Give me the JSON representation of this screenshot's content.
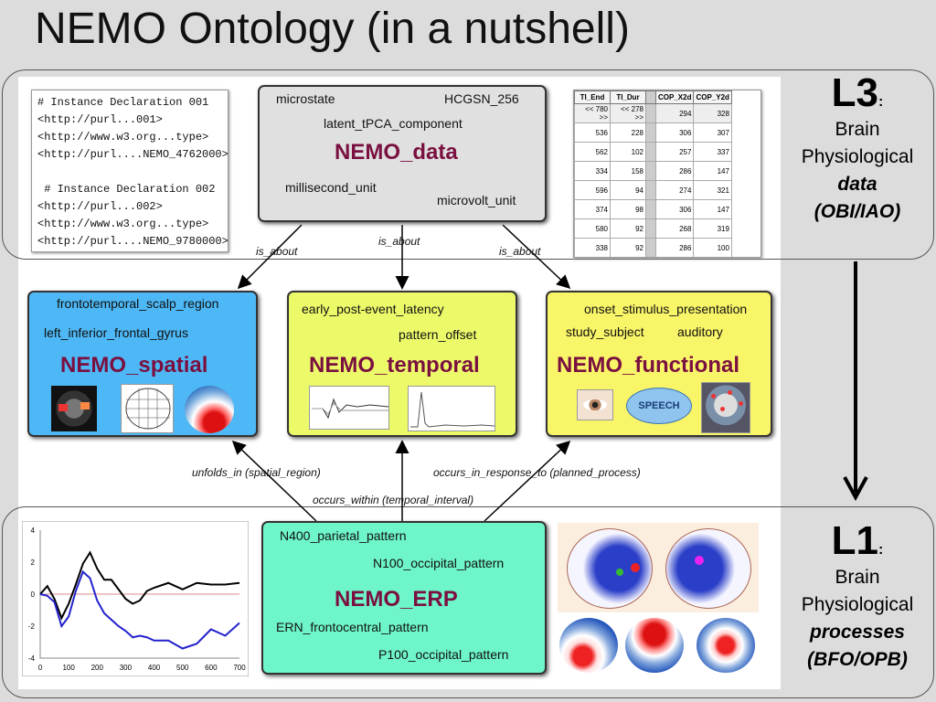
{
  "title": "NEMO Ontology (in a nutshell)",
  "levels": {
    "l3": {
      "code": "L3",
      "colon": ":",
      "line1": "Brain",
      "line2": "Physiological",
      "line3": "data",
      "line4": "(OBI/IAO)"
    },
    "l1": {
      "code": "L1",
      "colon": ":",
      "line1": "Brain",
      "line2": "Physiological",
      "line3": "processes",
      "line4": "(BFO/OPB)"
    }
  },
  "rdf_code": "# Instance Declaration 001\n<http://purl...001>\n<http://www.w3.org...type>\n<http://purl....NEMO_4762000>.\n\n # Instance Declaration 002\n<http://purl...002>\n<http://www.w3.org...type>\n<http://purl....NEMO_9780000>.",
  "nemo_data": {
    "label": "NEMO_data",
    "terms": [
      "microstate",
      "HCGSN_256",
      "latent_tPCA_component",
      "millisecond_unit",
      "microvolt_unit"
    ]
  },
  "table": {
    "headers": [
      "TI_End",
      "TI_Dur",
      "",
      "COP_X2d",
      "COP_Y2d"
    ],
    "nav": [
      "<< 780 >>",
      "<< 278 >>",
      "",
      "294",
      "328"
    ],
    "rows": [
      [
        "536",
        "228",
        "",
        "306",
        "307"
      ],
      [
        "562",
        "102",
        "",
        "257",
        "337"
      ],
      [
        "334",
        "158",
        "",
        "286",
        "147"
      ],
      [
        "596",
        "94",
        "",
        "274",
        "321"
      ],
      [
        "374",
        "98",
        "",
        "306",
        "147"
      ],
      [
        "580",
        "92",
        "",
        "268",
        "319"
      ],
      [
        "338",
        "92",
        "",
        "286",
        "100"
      ]
    ]
  },
  "relations": {
    "is_about_left": "is_about",
    "is_about_mid": "is_about",
    "is_about_right": "is_about",
    "unfolds_in": "unfolds_in (spatial_region)",
    "occurs_within": "occurs_within (temporal_interval)",
    "occurs_in_response": "occurs_in_response_to (planned_process)"
  },
  "spatial": {
    "label": "NEMO_spatial",
    "terms": [
      "frontotemporal_scalp_region",
      "left_inferior_frontal_gyrus"
    ],
    "color": "#4db8f5"
  },
  "temporal": {
    "label": "NEMO_temporal",
    "terms": [
      "early_post-event_latency",
      "pattern_offset"
    ],
    "color": "#ecfa6a"
  },
  "functional": {
    "label": "NEMO_functional",
    "terms": [
      "onset_stimulus_presentation",
      "study_subject",
      "auditory"
    ],
    "speech": "SPEECH",
    "color": "#f9f569"
  },
  "erp": {
    "label": "NEMO_ERP",
    "terms": [
      "N400_parietal_pattern",
      "N100_occipital_pattern",
      "ERN_frontocentral_pattern",
      "P100_occipital_pattern"
    ],
    "color": "#6ef5c9"
  },
  "chart_data": {
    "type": "line",
    "x": [
      0,
      25,
      50,
      75,
      100,
      125,
      150,
      175,
      200,
      225,
      250,
      275,
      300,
      325,
      350,
      375,
      400,
      450,
      500,
      550,
      600,
      650,
      700
    ],
    "series": [
      {
        "values": [
          0,
          0.5,
          -0.3,
          -1.5,
          -0.6,
          0.6,
          1.9,
          2.6,
          1.6,
          0.9,
          0.9,
          0.3,
          -0.3,
          -0.6,
          -0.4,
          0.2,
          0.4,
          0.7,
          0.3,
          0.7,
          0.6,
          0.6,
          0.7
        ],
        "color": "#000000"
      },
      {
        "values": [
          0,
          -0.1,
          -0.5,
          -2.0,
          -1.4,
          0.2,
          1.4,
          1.0,
          -0.4,
          -1.2,
          -1.6,
          -2.0,
          -2.3,
          -2.7,
          -2.6,
          -2.7,
          -2.9,
          -2.9,
          -3.4,
          -3.1,
          -2.2,
          -2.6,
          -1.8
        ],
        "color": "#2222cc"
      }
    ],
    "xticks": [
      "0",
      "100",
      "200",
      "300",
      "400",
      "500",
      "600",
      "700"
    ],
    "yticks": [
      "4",
      "2",
      "0",
      "-2",
      "-4"
    ],
    "xlim": [
      0,
      700
    ],
    "ylim": [
      -4,
      4
    ]
  }
}
